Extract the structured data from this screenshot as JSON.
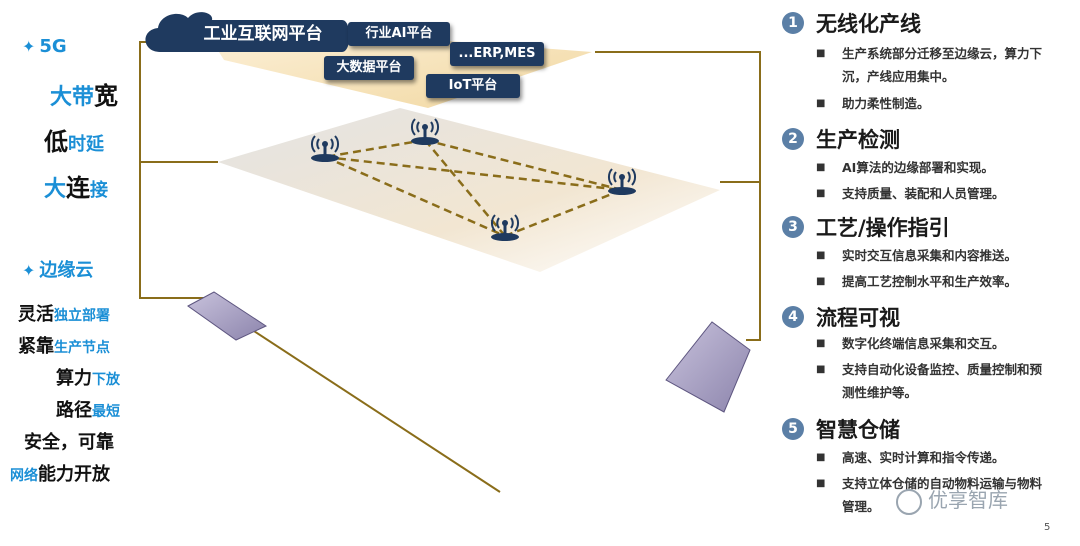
{
  "cloud": {
    "title": "工业互联网平台",
    "icon": "cloud-icon"
  },
  "platforms": [
    "行业AI平台",
    "...ERP,MES",
    "大数据平台",
    "IoT平台"
  ],
  "left": {
    "g5": {
      "heading": "5G",
      "items": [
        {
          "a": "大带",
          "b": "宽"
        },
        {
          "a": "低",
          "b": "时延"
        },
        {
          "a": "大",
          "b": "连",
          "c": "接"
        }
      ]
    },
    "edge": {
      "heading": "边缘云",
      "items": [
        {
          "main": "灵活",
          "sub": "独立部署"
        },
        {
          "main": "紧靠",
          "sub": "生产节点"
        },
        {
          "main": "算力",
          "sub": "下放"
        },
        {
          "main": "路径",
          "sub": "最短"
        },
        {
          "main": "安全，可靠"
        },
        {
          "sub": "网络",
          "main": "能力开放"
        }
      ]
    }
  },
  "sections": [
    {
      "num": "1",
      "title": "无线化产线",
      "bullets": [
        "生产系统部分迁移至边缘云，算力下沉，产线应用集中。",
        "助力柔性制造。"
      ]
    },
    {
      "num": "2",
      "title": "生产检测",
      "bullets": [
        "AI算法的边缘部署和实现。",
        "支持质量、装配和人员管理。"
      ]
    },
    {
      "num": "3",
      "title": "工艺/操作指引",
      "bullets": [
        "实时交互信息采集和内容推送。",
        "提高工艺控制水平和生产效率。"
      ]
    },
    {
      "num": "4",
      "title": "流程可视",
      "bullets": [
        "数字化终端信息采集和交互。",
        "支持自动化设备监控、质量控制和预测性维护等。"
      ]
    },
    {
      "num": "5",
      "title": "智慧仓储",
      "bullets": [
        "高速、实时计算和指令传递。",
        "支持立体仓储的自动物料运输与物料管理。"
      ]
    }
  ],
  "colors": {
    "accent": "#1b8fd6",
    "box": "#1f3a5f",
    "link": "#8a6d1a",
    "frame": "#8a6d1a"
  },
  "icons": {
    "antenna": "antenna-icon",
    "device": "edge-device-icon"
  },
  "watermark": "优享智库",
  "page_number": "5"
}
